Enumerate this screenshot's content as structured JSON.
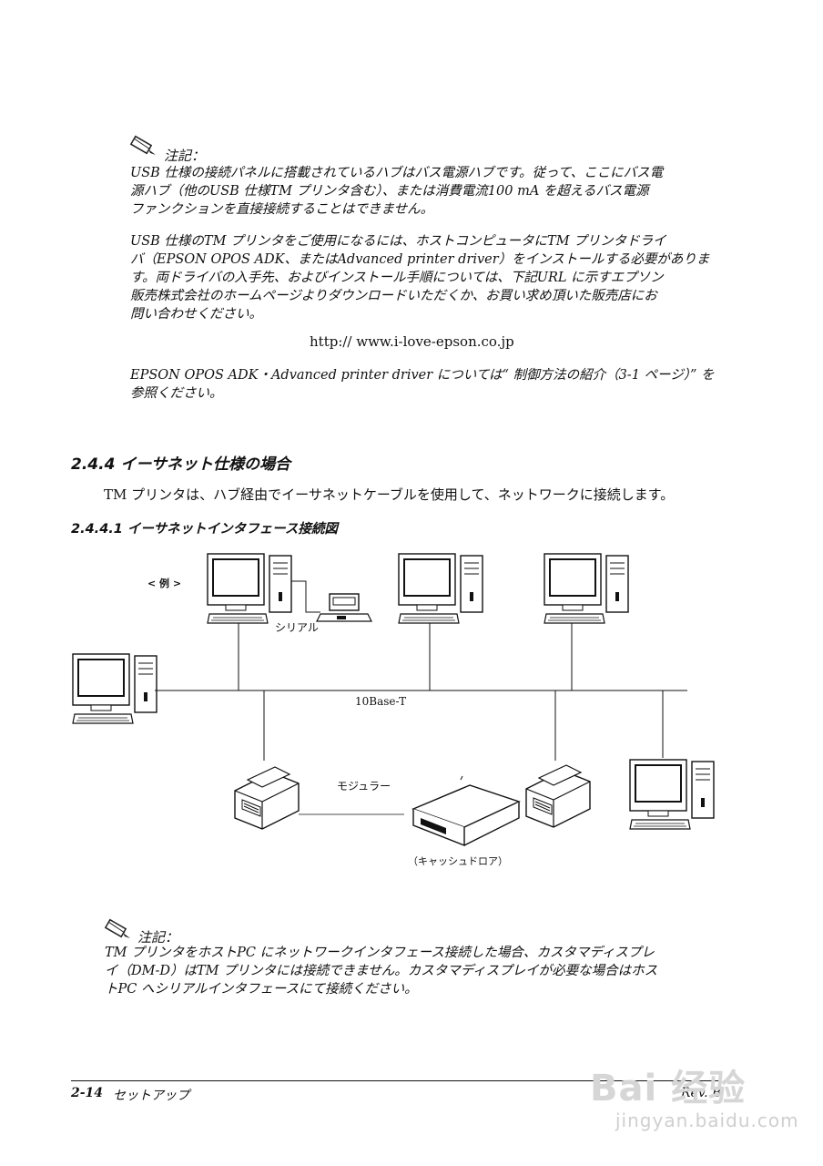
{
  "note1": {
    "label": "注記：",
    "line1": "USB 仕様の接続パネルに搭載されているハブはバス電源ハブです。従って、ここにバス電",
    "line2": "源ハブ（他のUSB 仕様TM プリンタ含む）、または消費電流100 mA を超えるバス電源",
    "line3": "ファンクションを直接接続することはできません。"
  },
  "para1": {
    "line1": "USB 仕様のTM プリンタをご使用になるには、ホストコンピュータにTM プリンタドライ",
    "line2": "バ（EPSON OPOS ADK、またはAdvanced printer driver）をインストールする必要がありま",
    "line3": "す。両ドライバの入手先、およびインストール手順については、下記URL に示すエプソン",
    "line4": "販売株式会社のホームページよりダウンロードいただくか、お買い求め頂いた販売店にお",
    "line5": "問い合わせください。"
  },
  "url": "http:// www.i-love-epson.co.jp",
  "para2": {
    "line1": "EPSON OPOS ADK・Advanced printer driver については“ 制御方法の紹介（3-1 ページ）” を",
    "line2": "参照ください。"
  },
  "section": {
    "title": "2.4.4 イーサネット仕様の場合",
    "body": "TM プリンタは、ハブ経由でイーサネットケーブルを使用して、ネットワークに接続します。"
  },
  "subsection": {
    "title": "2.4.4.1 イーサネットインタフェース接続図"
  },
  "diagram": {
    "example": "< 例 >",
    "serial": "シリアル",
    "network": "10Base-T",
    "modular": "モジュラー",
    "drawer": "（キャッシュドロア）"
  },
  "note2": {
    "label": "注記：",
    "line1": "TM プリンタをホストPC にネットワークインタフェース接続した場合、カスタマディスプレ",
    "line2": "イ（DM-D）はTM プリンタには接続できません。カスタマディスプレイが必要な場合はホス",
    "line3": "トPC へシリアルインタフェースにて接続ください。"
  },
  "footer": {
    "page": "2-14",
    "chapter": "セットアップ",
    "rev": "Rev. B"
  },
  "watermark": {
    "brand": "Bai 经验",
    "url": "jingyan.baidu.com"
  }
}
